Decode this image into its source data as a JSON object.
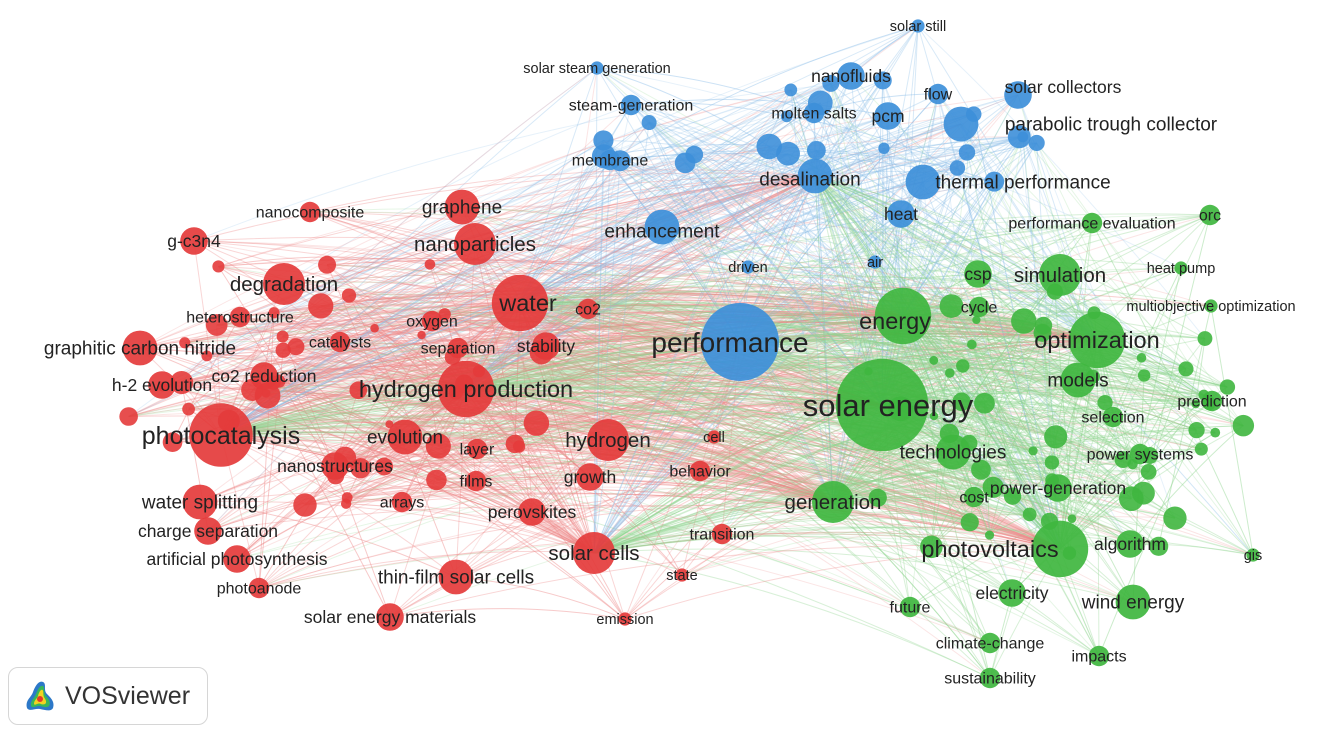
{
  "app": {
    "name": "VOSviewer"
  },
  "clusters": [
    {
      "id": "red",
      "color": "#e43b3b",
      "edge_color": "#ee8a8a"
    },
    {
      "id": "blue",
      "color": "#3d8fd9",
      "edge_color": "#8fbfe9"
    },
    {
      "id": "green",
      "color": "#3fb63f",
      "edge_color": "#8ed58e"
    }
  ],
  "keywords": [
    {
      "label": "solar still",
      "c": "blue",
      "w": 1
    },
    {
      "label": "solar steam generation",
      "c": "blue",
      "w": 1
    },
    {
      "label": "nanofluids",
      "c": "blue",
      "w": 3
    },
    {
      "label": "flow",
      "c": "blue",
      "w": 2
    },
    {
      "label": "solar collectors",
      "c": "blue",
      "w": 3
    },
    {
      "label": "steam-generation",
      "c": "blue",
      "w": 2
    },
    {
      "label": "molten salts",
      "c": "blue",
      "w": 2
    },
    {
      "label": "pcm",
      "c": "blue",
      "w": 3
    },
    {
      "label": "parabolic trough collector",
      "c": "blue",
      "w": 4
    },
    {
      "label": "membrane",
      "c": "blue",
      "w": 2
    },
    {
      "label": "desalination",
      "c": "blue",
      "w": 4
    },
    {
      "label": "thermal performance",
      "c": "blue",
      "w": 4
    },
    {
      "label": "heat",
      "c": "blue",
      "w": 3
    },
    {
      "label": "enhancement",
      "c": "blue",
      "w": 4
    },
    {
      "label": "driven",
      "c": "blue",
      "w": 1
    },
    {
      "label": "air",
      "c": "blue",
      "w": 1
    },
    {
      "label": "performance",
      "c": "blue",
      "w": 10
    },
    {
      "label": "performance evaluation",
      "c": "green",
      "w": 2
    },
    {
      "label": "orc",
      "c": "green",
      "w": 2
    },
    {
      "label": "csp",
      "c": "green",
      "w": 3
    },
    {
      "label": "simulation",
      "c": "green",
      "w": 5
    },
    {
      "label": "heat pump",
      "c": "green",
      "w": 1
    },
    {
      "label": "multiobjective optimization",
      "c": "green",
      "w": 1
    },
    {
      "label": "cycle",
      "c": "green",
      "w": 2
    },
    {
      "label": "energy",
      "c": "green",
      "w": 7
    },
    {
      "label": "optimization",
      "c": "green",
      "w": 7
    },
    {
      "label": "models",
      "c": "green",
      "w": 4
    },
    {
      "label": "solar energy",
      "c": "green",
      "w": 12
    },
    {
      "label": "selection",
      "c": "green",
      "w": 2
    },
    {
      "label": "prediction",
      "c": "green",
      "w": 2
    },
    {
      "label": "technologies",
      "c": "green",
      "w": 4
    },
    {
      "label": "power systems",
      "c": "green",
      "w": 2
    },
    {
      "label": "generation",
      "c": "green",
      "w": 5
    },
    {
      "label": "cost",
      "c": "green",
      "w": 2
    },
    {
      "label": "power-generation",
      "c": "green",
      "w": 3
    },
    {
      "label": "photovoltaics",
      "c": "green",
      "w": 7
    },
    {
      "label": "algorithm",
      "c": "green",
      "w": 3
    },
    {
      "label": "gis",
      "c": "green",
      "w": 1
    },
    {
      "label": "electricity",
      "c": "green",
      "w": 3
    },
    {
      "label": "wind energy",
      "c": "green",
      "w": 4
    },
    {
      "label": "future",
      "c": "green",
      "w": 2
    },
    {
      "label": "climate-change",
      "c": "green",
      "w": 2
    },
    {
      "label": "impacts",
      "c": "green",
      "w": 2
    },
    {
      "label": "sustainability",
      "c": "green",
      "w": 2
    },
    {
      "label": "nanocomposite",
      "c": "red",
      "w": 2
    },
    {
      "label": "graphene",
      "c": "red",
      "w": 4
    },
    {
      "label": "g-c3n4",
      "c": "red",
      "w": 3
    },
    {
      "label": "nanoparticles",
      "c": "red",
      "w": 5
    },
    {
      "label": "degradation",
      "c": "red",
      "w": 5
    },
    {
      "label": "water",
      "c": "red",
      "w": 7
    },
    {
      "label": "co2",
      "c": "red",
      "w": 2
    },
    {
      "label": "heterostructure",
      "c": "red",
      "w": 2
    },
    {
      "label": "oxygen",
      "c": "red",
      "w": 2
    },
    {
      "label": "graphitic carbon nitride",
      "c": "red",
      "w": 4
    },
    {
      "label": "catalysts",
      "c": "red",
      "w": 2
    },
    {
      "label": "separation",
      "c": "red",
      "w": 2
    },
    {
      "label": "stability",
      "c": "red",
      "w": 3
    },
    {
      "label": "co2 reduction",
      "c": "red",
      "w": 3
    },
    {
      "label": "h-2 evolution",
      "c": "red",
      "w": 3
    },
    {
      "label": "hydrogen production",
      "c": "red",
      "w": 7
    },
    {
      "label": "photocatalysis",
      "c": "red",
      "w": 8
    },
    {
      "label": "evolution",
      "c": "red",
      "w": 4
    },
    {
      "label": "layer",
      "c": "red",
      "w": 2
    },
    {
      "label": "hydrogen",
      "c": "red",
      "w": 5
    },
    {
      "label": "cell",
      "c": "red",
      "w": 1
    },
    {
      "label": "nanostructures",
      "c": "red",
      "w": 3
    },
    {
      "label": "films",
      "c": "red",
      "w": 2
    },
    {
      "label": "growth",
      "c": "red",
      "w": 3
    },
    {
      "label": "behavior",
      "c": "red",
      "w": 2
    },
    {
      "label": "water splitting",
      "c": "red",
      "w": 4
    },
    {
      "label": "arrays",
      "c": "red",
      "w": 2
    },
    {
      "label": "perovskites",
      "c": "red",
      "w": 3
    },
    {
      "label": "charge separation",
      "c": "red",
      "w": 3
    },
    {
      "label": "transition",
      "c": "red",
      "w": 2
    },
    {
      "label": "artificial photosynthesis",
      "c": "red",
      "w": 3
    },
    {
      "label": "solar cells",
      "c": "red",
      "w": 5
    },
    {
      "label": "thin-film solar cells",
      "c": "red",
      "w": 4
    },
    {
      "label": "state",
      "c": "red",
      "w": 1
    },
    {
      "label": "photoanode",
      "c": "red",
      "w": 2
    },
    {
      "label": "solar energy materials",
      "c": "red",
      "w": 3
    },
    {
      "label": "emission",
      "c": "red",
      "w": 1
    }
  ]
}
